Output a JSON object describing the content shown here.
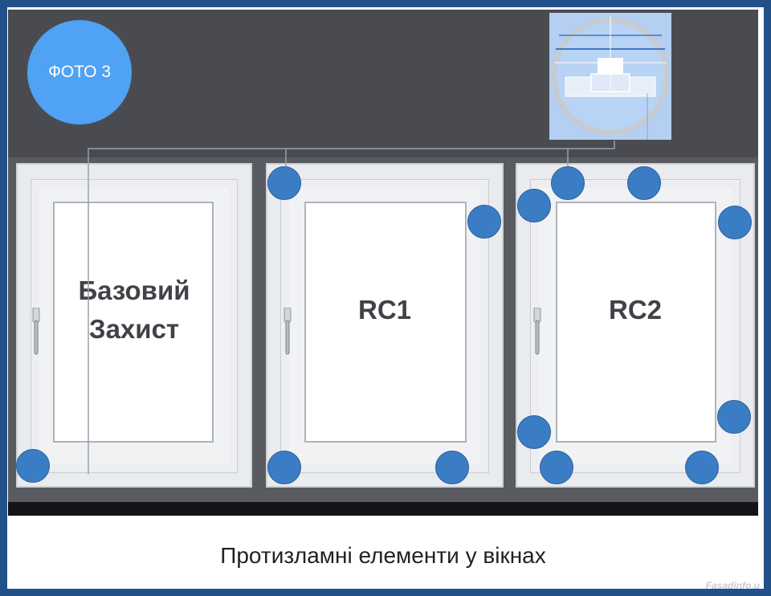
{
  "badge": {
    "label": "ФОТО 3"
  },
  "windows": [
    {
      "id": "basic",
      "label_line1": "Базовий",
      "label_line2": "Захист"
    },
    {
      "id": "rc1",
      "label_line1": "RC1",
      "label_line2": ""
    },
    {
      "id": "rc2",
      "label_line1": "RC2",
      "label_line2": ""
    }
  ],
  "caption": "Протизламні елементи у вікнах",
  "watermark": "Fasadinfo.u",
  "colors": {
    "frame": "#21508a",
    "badge": "#4fa2f4",
    "dot": "#3b7dc4",
    "inset": "#b4cff1",
    "dark_band": "#4a4b51"
  },
  "icons": {
    "inset": "lock-profile-detail-icon",
    "dot": "locking-point-icon",
    "handle": "window-handle-icon"
  }
}
